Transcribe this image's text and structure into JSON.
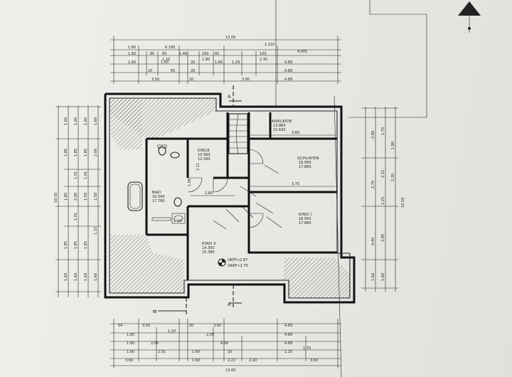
{
  "dimensions": {
    "top": {
      "overall": "13.00",
      "row1": [
        "1.60",
        "6.185",
        "1.210",
        "4.005"
      ],
      "row2": [
        "1.60",
        "80",
        "65",
        "1.46",
        "100",
        "65",
        "100"
      ],
      "row2b": [
        "1.20",
        "1.80",
        "2.30"
      ],
      "row3": [
        "1.60",
        "1.60",
        "20",
        "1.60",
        "1.29",
        "4.89"
      ],
      "row4": [
        "20",
        "65",
        "20",
        "4.89"
      ],
      "row5": [
        "3.50",
        "20",
        "3.60",
        "4.89"
      ]
    },
    "bottom": {
      "row1": [
        "64",
        "3.50",
        "20",
        "3.60",
        "4.89"
      ],
      "row2": [
        "1.60",
        "1.20",
        "2.05",
        "4.89"
      ],
      "row3": [
        "1.60",
        "2.05",
        "4.00",
        "4.89"
      ],
      "row4": [
        "1.60",
        "2.01",
        "1.60",
        "20",
        "1.20",
        "1.70"
      ],
      "row5": [
        "3.60",
        "1.60",
        "2.22",
        "2.20",
        "3.60"
      ],
      "overall": "13.00"
    },
    "left": {
      "overall": "10.50",
      "col1": [
        "1.60",
        "1.85",
        "1.85",
        "1.85",
        "1.60"
      ],
      "col2": [
        "1.60",
        "1.85",
        "1.01",
        "2.00",
        "1.01",
        "1.85",
        "1.60"
      ],
      "col3": [
        "1.60",
        "1.85",
        "1.01",
        "1.50",
        "1.85",
        "1.60"
      ],
      "col4": [
        "1.60",
        "2.00",
        "1.50",
        "1.15",
        "1.60"
      ]
    },
    "right": {
      "overall": "10.50",
      "col1": [
        "2.80",
        "2.75",
        "4.40",
        "1.60"
      ],
      "col2": [
        "1.70",
        "2.15",
        "2.25",
        "2.95",
        "1.60"
      ],
      "col3": [
        "1.90",
        "2.20"
      ]
    }
  },
  "rooms": [
    {
      "name": "ANKLEIDE",
      "area": "13.860",
      "sub": "15.630"
    },
    {
      "name": "SCHLAFEN",
      "area": "16.950",
      "sub": "17.860"
    },
    {
      "name": "KIND I",
      "area": "16.950",
      "sub": "17.860"
    },
    {
      "name": "KIND II",
      "area": "14.300",
      "sub": "15.380"
    },
    {
      "name": "BAD",
      "area": "16.590",
      "sub": "17.780"
    },
    {
      "name": "DIELE",
      "area": "10.560",
      "sub": "12.290"
    }
  ],
  "room_dims": [
    "3.60",
    "3.75",
    "2.60",
    "1.10",
    "2.11",
    "1.05"
  ],
  "markers": {
    "section_a": "A",
    "section_b": "B",
    "level": "OKFF+2.87",
    "level2": "OKRF+2.75"
  }
}
